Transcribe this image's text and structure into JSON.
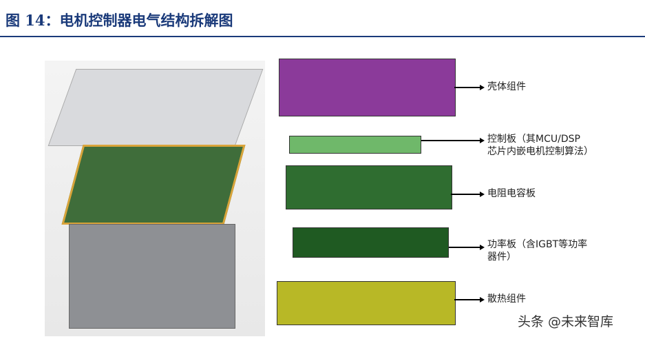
{
  "title": "图 14：电机控制器电气结构拆解图",
  "labels": [
    "壳体组件",
    "控制板（其MCU/DSP\n芯片内嵌电机控制算法）",
    "电阻电容板",
    "功率板（含IGBT等功率\n器件）",
    "散热组件"
  ],
  "watermark": "头条 @未来智库",
  "colors": {
    "title": "#1a3a7a",
    "housing": "#8b3a9a",
    "pcb": "#2f8a36",
    "heatsink": "#b8b826"
  }
}
